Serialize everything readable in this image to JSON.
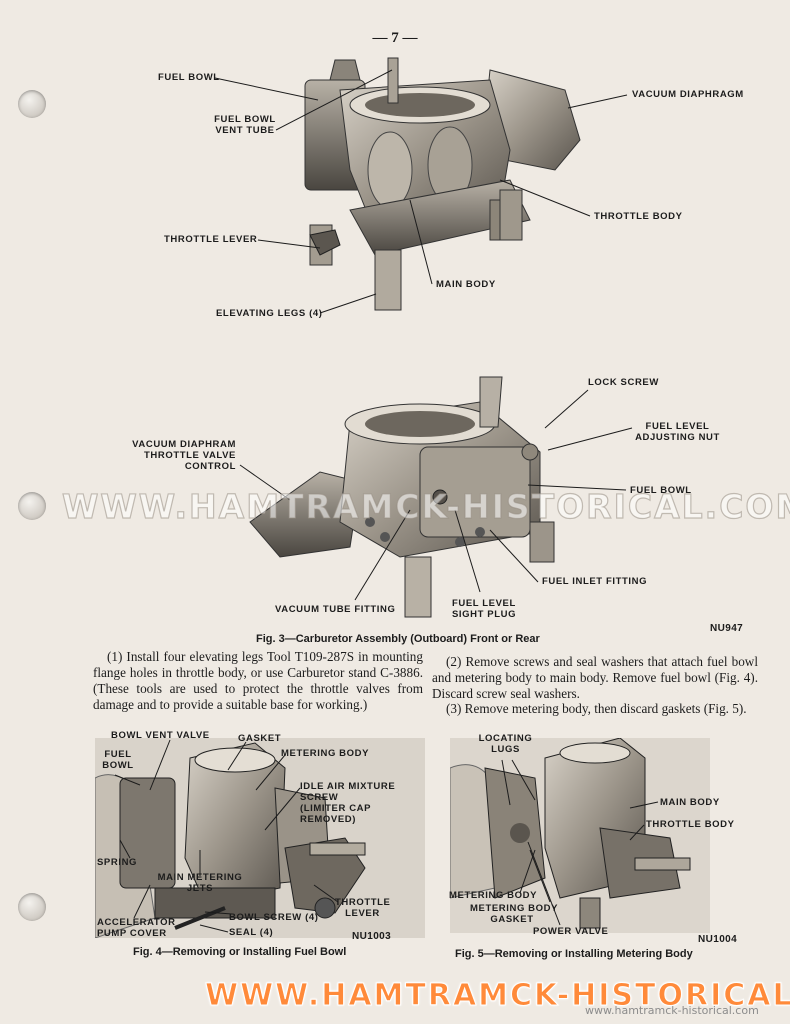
{
  "page": {
    "number": "— 7 —"
  },
  "fig3": {
    "labels": {
      "fuel_bowl_top": "FUEL BOWL",
      "fuel_bowl_vent_tube_1": "FUEL BOWL",
      "fuel_bowl_vent_tube_2": "VENT TUBE",
      "vacuum_diaphragm": "VACUUM DIAPHRAGM",
      "throttle_body": "THROTTLE BODY",
      "throttle_lever": "THROTTLE LEVER",
      "main_body": "MAIN BODY",
      "elevating_legs": "ELEVATING LEGS (4)",
      "lock_screw": "LOCK SCREW",
      "fuel_level_adjusting_nut_1": "FUEL LEVEL",
      "fuel_level_adjusting_nut_2": "ADJUSTING NUT",
      "vacuum_diaphram_1": "VACUUM DIAPHRAM",
      "vacuum_diaphram_2": "THROTTLE VALVE",
      "vacuum_diaphram_3": "CONTROL",
      "fuel_bowl_lower": "FUEL BOWL",
      "fuel_inlet_fitting": "FUEL INLET FITTING",
      "fuel_level_sight_plug_1": "FUEL LEVEL",
      "fuel_level_sight_plug_2": "SIGHT PLUG",
      "vacuum_tube_fitting": "VACUUM TUBE FITTING"
    },
    "code": "NU947",
    "caption": "Fig. 3—Carburetor Assembly (Outboard) Front or Rear"
  },
  "text": {
    "para1": "(1) Install four elevating legs Tool T109-287S in mounting flange holes in throttle body, or use Carburetor stand C-3886. (These tools are used to protect the throttle valves from damage and to provide a suitable base for working.)",
    "para2": "(2) Remove screws and seal washers that attach fuel bowl and metering body to main body. Remove fuel bowl (Fig. 4). Discard screw seal washers.",
    "para3": "(3) Remove metering body, then discard gaskets (Fig. 5)."
  },
  "fig4": {
    "labels": {
      "bowl_vent_valve": "BOWL VENT VALVE",
      "gasket": "GASKET",
      "metering_body": "METERING BODY",
      "fuel_bowl_1": "FUEL",
      "fuel_bowl_2": "BOWL",
      "idle_air_1": "IDLE AIR MIXTURE",
      "idle_air_2": "SCREW",
      "idle_air_3": "(LIMITER CAP",
      "idle_air_4": "REMOVED)",
      "spring": "SPRING",
      "main_metering_jets_1": "MAIN METERING",
      "main_metering_jets_2": "JETS",
      "throttle_lever_1": "THROTTLE",
      "throttle_lever_2": "LEVER",
      "accelerator_pump_1": "ACCELERATOR",
      "accelerator_pump_2": "PUMP COVER",
      "bowl_screw": "BOWL SCREW (4)",
      "seal": "SEAL (4)"
    },
    "code": "NU1003",
    "caption": "Fig. 4—Removing or Installing Fuel Bowl"
  },
  "fig5": {
    "labels": {
      "locating_lugs_1": "LOCATING",
      "locating_lugs_2": "LUGS",
      "main_body": "MAIN BODY",
      "throttle_body": "THROTTLE BODY",
      "metering_body": "METERING BODY",
      "metering_body_gasket_1": "METERING BODY",
      "metering_body_gasket_2": "GASKET",
      "power_valve": "POWER VALVE"
    },
    "code": "NU1004",
    "caption": "Fig. 5—Removing or Installing Metering Body"
  },
  "watermarks": {
    "middle": "WWW.HAMTRAMCK-HISTORICAL.COM",
    "bottom": "WWW.HAMTRAMCK-HISTORICAL.COM",
    "bottom_small": "www.hamtramck-historical.com"
  }
}
